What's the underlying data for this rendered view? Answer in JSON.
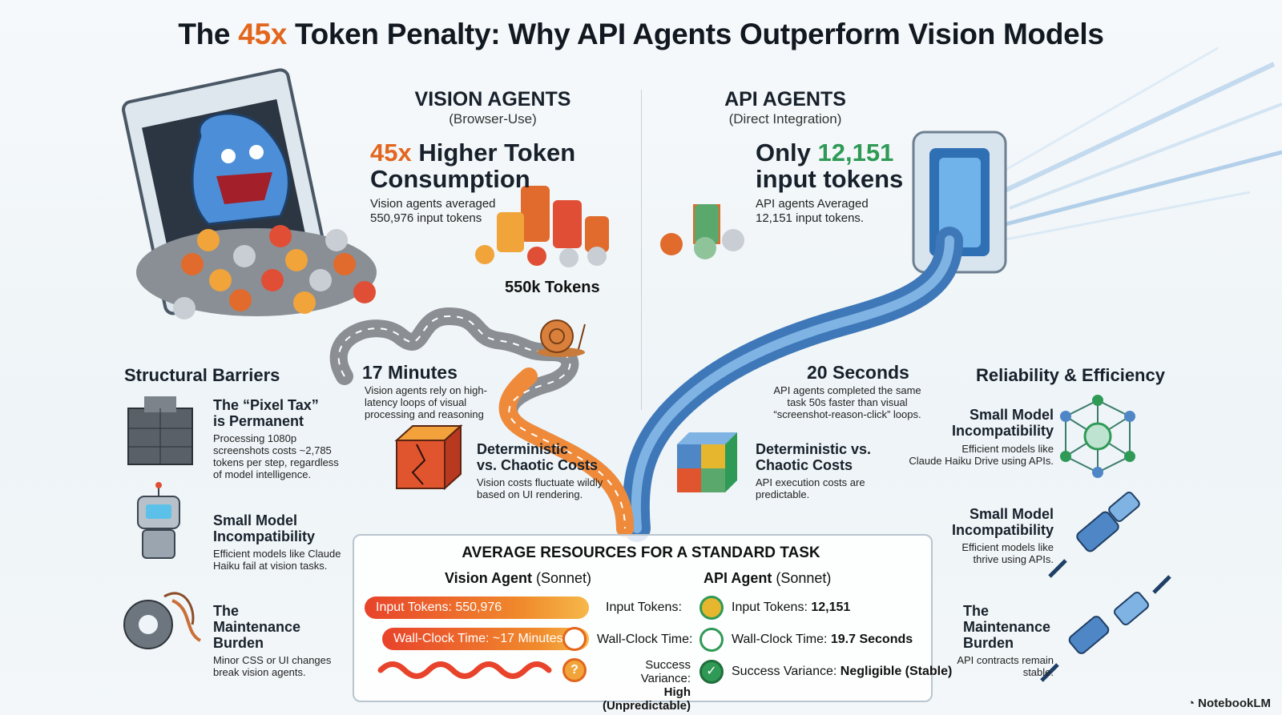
{
  "title": {
    "part1": "The ",
    "highlight": "45x",
    "part2": " Token Penalty: Why API Agents Outperform Vision Models"
  },
  "vision": {
    "heading": "VISION AGENTS",
    "sub": "(Browser-Use)",
    "big_hl": "45x",
    "big_rest": " Higher Token",
    "big_line2": "Consumption",
    "desc_line1": "Vision agents averaged",
    "desc_line2": "550,976 input tokens",
    "tokens_label": "550k Tokens",
    "time_head": "17 Minutes",
    "time_desc": [
      "Vision agents rely on high-",
      "latency loops of visual",
      "processing and reasoning"
    ],
    "costs_head": [
      "Deterministic",
      "vs. Chaotic Costs"
    ],
    "costs_desc": [
      "Vision costs fluctuate wildly",
      "based on UI rendering."
    ]
  },
  "api": {
    "heading": "API AGENTS",
    "sub": "(Direct Integration)",
    "big_pre": "Only ",
    "big_hl": "12,151",
    "big_line2": "input tokens",
    "desc_line1": "API agents Averaged",
    "desc_line2": "12,151 input tokens.",
    "time_head": "20 Seconds",
    "time_desc": [
      "API agents completed the same",
      "task 50s faster than visual",
      "“screenshot-reason-click” loops."
    ],
    "costs_head": [
      "Deterministic vs.",
      "Chaotic Costs"
    ],
    "costs_desc": [
      "API execution costs are",
      "predictable."
    ]
  },
  "barriers": {
    "heading": "Structural Barriers",
    "items": [
      {
        "title": [
          "The “Pixel Tax”",
          "is Permanent"
        ],
        "desc": [
          "Processing 1080p",
          "screenshots costs ~2,785",
          "tokens per step, regardless",
          "of model intelligence."
        ]
      },
      {
        "title": [
          "Small Model",
          "Incompatibility"
        ],
        "desc": [
          "Efficient models like Claude",
          "Haiku fail at vision tasks."
        ]
      },
      {
        "title": [
          "The",
          "Maintenance",
          "Burden"
        ],
        "desc": [
          "Minor CSS or UI changes",
          "break vision agents."
        ]
      }
    ]
  },
  "reliability": {
    "heading": "Reliability & Efficiency",
    "items": [
      {
        "title": [
          "Small Model",
          "Incompatibility"
        ],
        "desc": [
          "Efficient models like",
          "Claude Haiku Drive using APIs."
        ]
      },
      {
        "title": [
          "Small Model",
          "Incompatibility"
        ],
        "desc": [
          "Efficient models like",
          "thrive using APIs."
        ]
      },
      {
        "title": [
          "The",
          "Maintenance",
          "Burden"
        ],
        "desc": [
          "API contracts remain",
          "stable."
        ]
      }
    ]
  },
  "resources": {
    "heading": "AVERAGE RESOURCES FOR A STANDARD TASK",
    "vision_col": {
      "name": "Vision Agent",
      "model": " (Sonnet)"
    },
    "api_col": {
      "name": "API Agent",
      "model": " (Sonnet)"
    },
    "rows": [
      {
        "vision": "Input Tokens: 550,976",
        "label": "Input Tokens:",
        "api_pre": "Input Tokens: ",
        "api_val": "12,151"
      },
      {
        "vision": "Wall-Clock Time: ~17 Minutes",
        "label": "Wall-Clock Time:",
        "api_pre": "Wall-Clock Time: ",
        "api_val": "19.7 Seconds"
      },
      {
        "vision": "",
        "label": "Success Variance:",
        "label2": "High (Unpredictable)",
        "api_pre": "Success Variance: ",
        "api_val": "Negligible (Stable)"
      }
    ]
  },
  "footer": "NotebookLM",
  "colors": {
    "accent_orange": "#e2661d",
    "accent_green": "#2f9a56",
    "pipe_blue": "#4f86c6",
    "road_orange": "#ef8a3a"
  }
}
